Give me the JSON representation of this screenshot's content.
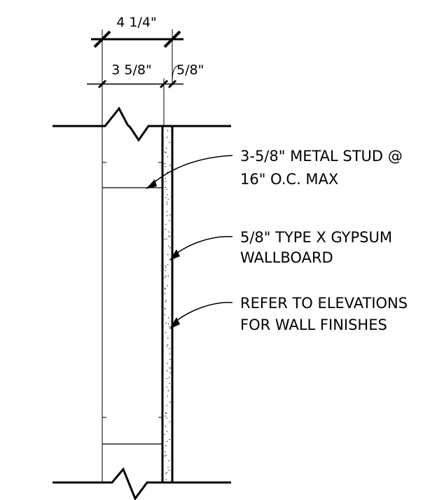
{
  "dimensions": {
    "overall": "4 1/4\"",
    "stud": "3 5/8\"",
    "gypsum": "5/8\""
  },
  "notes": [
    {
      "line1": "3-5/8\" METAL STUD @",
      "line2": "16\" O.C. MAX"
    },
    {
      "line1": "5/8\" TYPE X GYPSUM",
      "line2": "WALLBOARD"
    },
    {
      "line1": "REFER TO ELEVATIONS",
      "line2": "FOR WALL FINISHES"
    }
  ]
}
